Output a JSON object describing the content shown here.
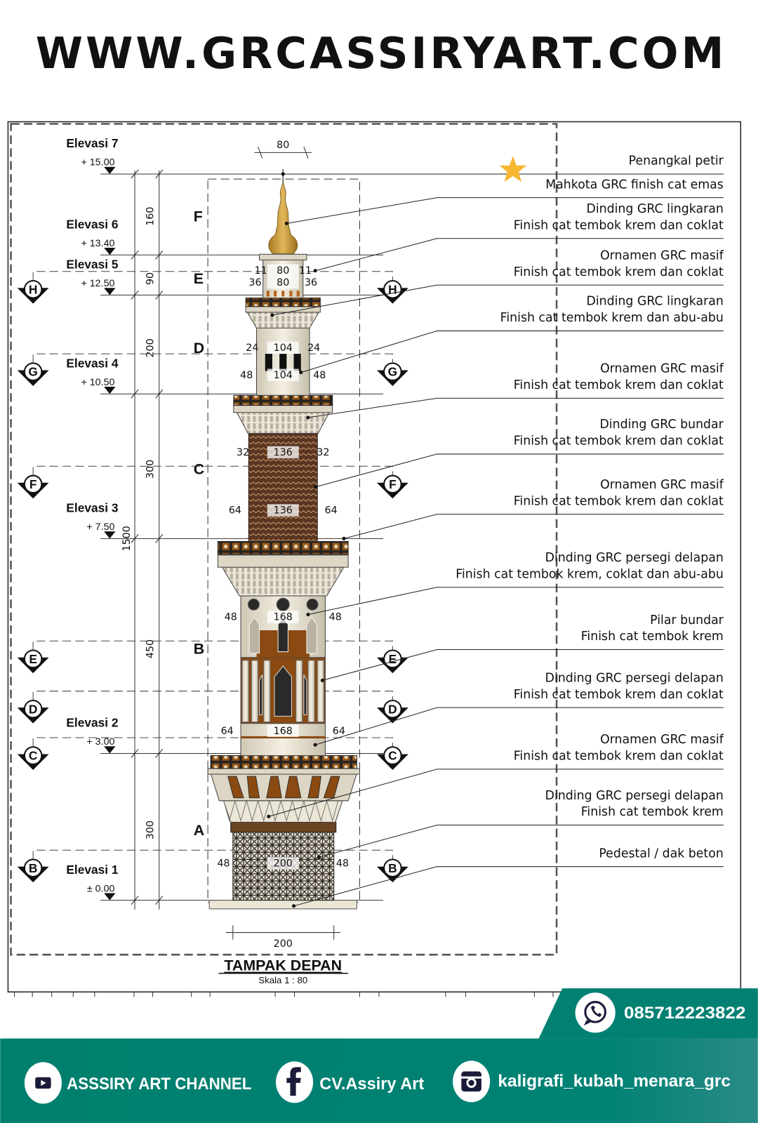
{
  "header": {
    "website": "WWW.GRCASSIRYART.COM"
  },
  "drawing": {
    "title": "TAMPAK DEPAN",
    "scale": "Skala 1 : 80",
    "top_width": "80",
    "base_width": "200",
    "total_height": "1500",
    "accent_gold": "#d4a843",
    "accent_brown": "#8a4a12",
    "elevations": [
      {
        "name": "Elevasi 7",
        "value": "+ 15.00"
      },
      {
        "name": "Elevasi 6",
        "value": "+ 13.40"
      },
      {
        "name": "Elevasi 5",
        "value": "+ 12.50"
      },
      {
        "name": "Elevasi 4",
        "value": "+ 10.50"
      },
      {
        "name": "Elevasi 3",
        "value": "+ 7.50"
      },
      {
        "name": "Elevasi 2",
        "value": "+ 3.00"
      },
      {
        "name": "Elevasi 1",
        "value": "± 0.00"
      }
    ],
    "sections": [
      {
        "letter": "F",
        "height": "160"
      },
      {
        "letter": "E",
        "height": "90"
      },
      {
        "letter": "D",
        "height": "200"
      },
      {
        "letter": "C",
        "height": "300"
      },
      {
        "letter": "B",
        "height": "450"
      },
      {
        "letter": "A",
        "height": "300"
      }
    ],
    "grid_bubbles": [
      "H",
      "G",
      "F",
      "E",
      "D",
      "C",
      "B"
    ],
    "width_dims": [
      [
        "11",
        "80",
        "11"
      ],
      [
        "36",
        "80",
        "36"
      ],
      [
        "24",
        "104",
        "24"
      ],
      [
        "48",
        "104",
        "48"
      ],
      [
        "32",
        "136",
        "32"
      ],
      [
        "64",
        "136",
        "64"
      ],
      [
        "48",
        "168",
        "48"
      ],
      [
        "64",
        "168",
        "64"
      ],
      [
        "48",
        "200",
        "48"
      ]
    ],
    "callouts": [
      {
        "line1": "Penangkal petir",
        "line2": ""
      },
      {
        "line1": "Mahkota GRC finish cat emas",
        "line2": ""
      },
      {
        "line1": "Dinding GRC lingkaran",
        "line2": "Finish cat tembok krem dan coklat"
      },
      {
        "line1": "Ornamen GRC masif",
        "line2": "Finish cat tembok krem dan coklat"
      },
      {
        "line1": "Dinding GRC lingkaran",
        "line2": "Finish cat tembok krem dan abu-abu"
      },
      {
        "line1": "Ornamen GRC masif",
        "line2": "Finish cat tembok krem dan coklat"
      },
      {
        "line1": "Dinding GRC bundar",
        "line2": "Finish cat tembok krem dan coklat"
      },
      {
        "line1": "Ornamen GRC masif",
        "line2": "Finish cat tembok krem dan coklat"
      },
      {
        "line1": "Dinding GRC persegi delapan",
        "line2": "Finish cat tembok krem, coklat dan  abu-abu"
      },
      {
        "line1": "Pilar bundar",
        "line2": "Finish cat tembok krem"
      },
      {
        "line1": "Dinding GRC persegi delapan",
        "line2": "Finish cat tembok krem dan coklat"
      },
      {
        "line1": "Ornamen GRC masif",
        "line2": "Finish cat tembok krem dan coklat"
      },
      {
        "line1": "Dinding GRC persegi delapan",
        "line2": "Finish cat tembok krem"
      },
      {
        "line1": "Pedestal / dak beton",
        "line2": ""
      }
    ]
  },
  "footer": {
    "whatsapp": {
      "icon": "whatsapp-icon",
      "number": "085712223822"
    },
    "youtube": {
      "icon": "youtube-icon",
      "label": "ASSSIRY ART CHANNEL"
    },
    "facebook": {
      "icon": "facebook-icon",
      "label": "CV.Assiry Art"
    },
    "instagram": {
      "icon": "instagram-icon",
      "label": "kaligrafi_kubah_menara_grc"
    },
    "band_color": "#007f6e"
  }
}
